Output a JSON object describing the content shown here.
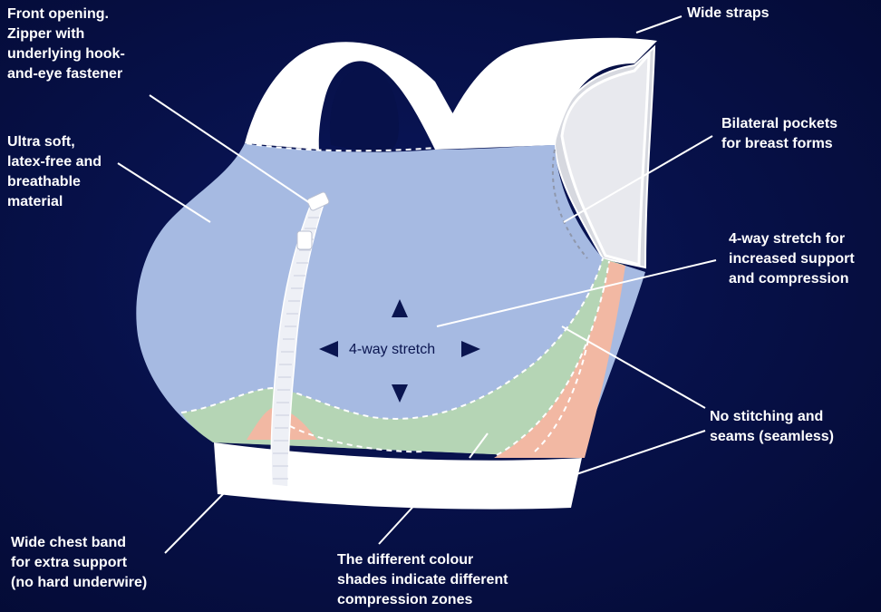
{
  "labels": {
    "front_opening": "Front opening.\nZipper with\nunderlying hook-\nand-eye fastener",
    "material": "Ultra soft,\nlatex-free and\nbreathable\nmaterial",
    "wide_straps": "Wide straps",
    "pockets": "Bilateral pockets\nfor breast forms",
    "four_way": "4-way stretch for\nincreased support\nand compression",
    "seamless": "No stitching and\nseams (seamless)",
    "chest_band": "Wide chest band\nfor extra support\n(no hard underwire)",
    "colour_zones": "The different colour\nshades indicate different\ncompression zones",
    "stretch_center": "4-way stretch"
  },
  "colors": {
    "background": "#06104a",
    "fabric_blue": "#a6bae2",
    "zone_green": "#b5d5b5",
    "zone_pink": "#f2b8a3",
    "band_white": "#ffffff",
    "leader_line": "#ffffff",
    "arrow": "#0a1550"
  },
  "icons": [
    "arrow-up-icon",
    "arrow-down-icon",
    "arrow-left-icon",
    "arrow-right-icon",
    "zipper-icon"
  ]
}
